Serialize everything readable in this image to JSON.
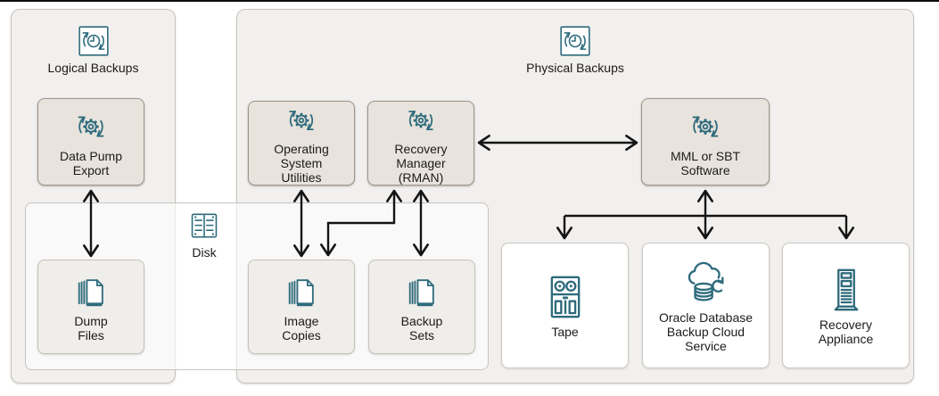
{
  "diagram": {
    "logical": {
      "title": "Logical Backups",
      "icon": "clock-sync-icon"
    },
    "physical": {
      "title": "Physical Backups",
      "icon": "clock-sync-icon"
    },
    "nodes": {
      "data_pump": {
        "label": "Data Pump\nExport",
        "icon": "gear-sync-icon"
      },
      "dump_files": {
        "label": "Dump\nFiles",
        "icon": "files-icon"
      },
      "disk": {
        "label": "Disk",
        "icon": "disk-array-icon"
      },
      "os_utilities": {
        "label": "Operating\nSystem\nUtilities",
        "icon": "gear-sync-icon"
      },
      "rman": {
        "label": "Recovery\nManager\n(RMAN)",
        "icon": "gear-sync-icon"
      },
      "mml": {
        "label": "MML or SBT\nSoftware",
        "icon": "gear-sync-icon"
      },
      "image_copies": {
        "label": "Image\nCopies",
        "icon": "files-icon"
      },
      "backup_sets": {
        "label": "Backup\nSets",
        "icon": "files-icon"
      },
      "tape": {
        "label": "Tape",
        "icon": "tape-drive-icon"
      },
      "cloud": {
        "label": "Oracle Database\nBackup Cloud\nService",
        "icon": "cloud-database-sync-icon"
      },
      "appliance": {
        "label": "Recovery\nAppliance",
        "icon": "server-rack-icon"
      }
    },
    "colors": {
      "icon_teal": "#2e6b7c",
      "arrow_black": "#141414",
      "container_fill": "#f2f0ee",
      "action_box_fill": "#e8e3dd",
      "white_box_fill": "#ffffff"
    }
  }
}
